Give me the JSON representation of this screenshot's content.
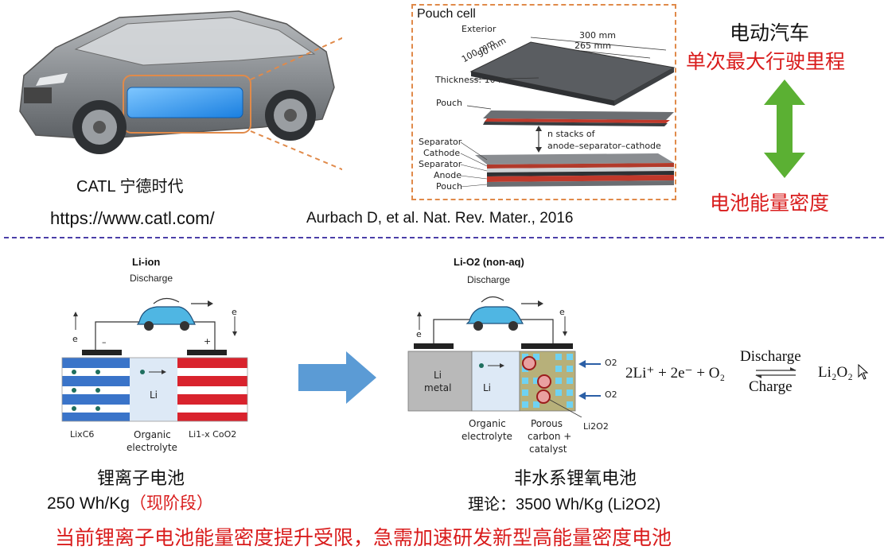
{
  "top": {
    "car_caption": "CATL  宁德时代",
    "car_url": "https://www.catl.com/",
    "pouch": {
      "title": "Pouch cell",
      "exterior": "Exterior",
      "dim_300": "300 mm",
      "dim_265": "265 mm",
      "dim_100": "100 mm",
      "dim_90": "90 mm",
      "thickness": "Thickness: 10 mm",
      "pouch_label": "Pouch",
      "stacks_1": "n stacks of",
      "stacks_2": "anode–separator–cathode",
      "layers": [
        "Separator",
        "Cathode",
        "Separator",
        "Anode",
        "Pouch"
      ]
    },
    "citation": "Aurbach D, et al. Nat. Rev. Mater., 2016",
    "right_title": "电动汽车",
    "right_subtitle": "单次最大行驶里程",
    "right_bottom": "电池能量密度"
  },
  "bottom": {
    "liion": {
      "title": "Li-ion",
      "discharge": "Discharge",
      "e_left": "e",
      "e_right": "e",
      "minus": "–",
      "plus": "+",
      "li_plus": "Li",
      "anode_label": "LixC6",
      "electrolyte_1": "Organic",
      "electrolyte_2": "electrolyte",
      "cathode_label": "Li1-x CoO2",
      "name": "锂离子电池",
      "capacity_value": "250 Wh/Kg",
      "capacity_note": "（现阶段）"
    },
    "lio2": {
      "title": "Li-O2 (non-aq)",
      "discharge": "Discharge",
      "e_left": "e",
      "e_right": "e",
      "li_metal_1": "Li",
      "li_metal_2": "metal",
      "li_plus": "Li",
      "o2": "O2",
      "electrolyte_1": "Organic",
      "electrolyte_2": "electrolyte",
      "porous_1": "Porous",
      "porous_2": "carbon +",
      "porous_3": "catalyst",
      "li2o2": "Li2O2",
      "name": "非水系锂氧电池",
      "capacity": "理论：3500 Wh/Kg (Li2O2)"
    },
    "equation": {
      "left": "2Li⁺ + 2e⁻ + O₂",
      "top": "Discharge",
      "bottom": "Charge",
      "right": "Li₂O₂"
    },
    "conclusion": "当前锂离子电池能量密度提升受限，急需加速研发新型高能量密度电池"
  },
  "colors": {
    "accent_red": "#d91c1c",
    "arrow_green": "#5bb033",
    "arrow_blue": "#5b9bd5",
    "divider": "#4b3fa8",
    "callout": "#e08a4a"
  }
}
